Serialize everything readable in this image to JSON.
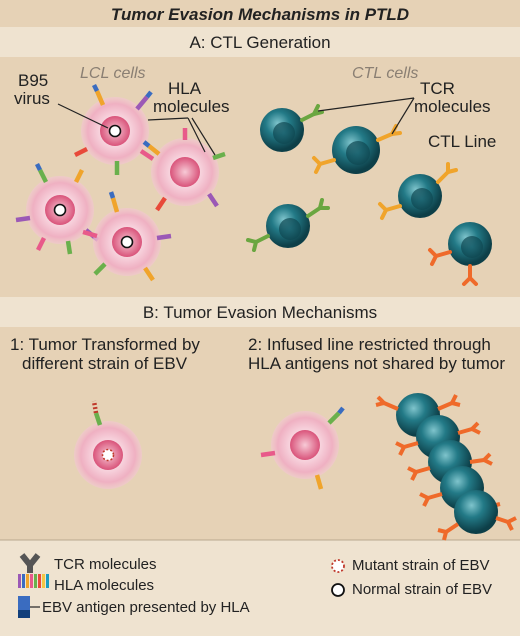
{
  "title": "Tumor Evasion Mechanisms in PTLD",
  "section_a": {
    "heading": "A: CTL Generation",
    "lcl_label": "LCL cells",
    "ctl_label": "CTL cells",
    "b95_line1": "B95",
    "b95_line2": "virus",
    "hla_line1": "HLA",
    "hla_line2": "molecules",
    "tcr_line1": "TCR",
    "tcr_line2": "molecules",
    "ctl_line": "CTL Line"
  },
  "section_b": {
    "heading": "B: Tumor Evasion Mechanisms",
    "mech1_line1": "1: Tumor Transformed by",
    "mech1_line2": "different strain of EBV",
    "mech2_line1": "2: Infused line restricted through",
    "mech2_line2": "HLA antigens not shared by tumor"
  },
  "legend": {
    "tcr": "TCR molecules",
    "hla": "HLA molecules",
    "ebv_antigen": "EBV antigen presented by HLA",
    "mutant": "Mutant strain of EBV",
    "normal": "Normal strain of EBV"
  },
  "colors": {
    "background": "#e6d2b6",
    "band": "#efe3d0",
    "lcl_cell": "#f2b6c6",
    "ctl_cell": "#1f6f7c"
  }
}
